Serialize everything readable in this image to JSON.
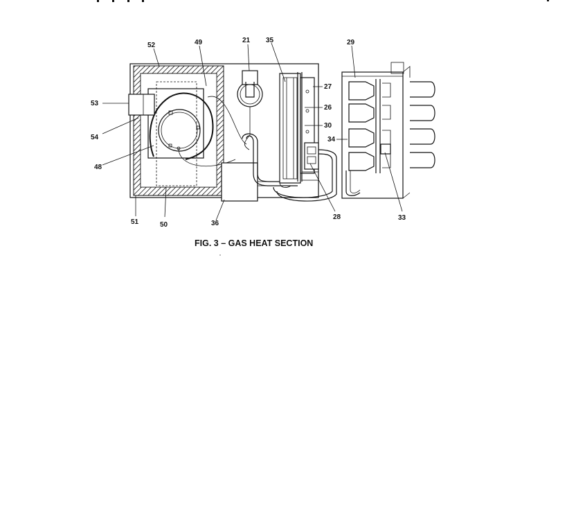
{
  "figure": {
    "caption": "FIG. 3 – GAS HEAT SECTION",
    "callouts": {
      "c52": "52",
      "c49": "49",
      "c21": "21",
      "c35": "35",
      "c29": "29",
      "c27": "27",
      "c26": "26",
      "c30": "30",
      "c34": "34",
      "c53": "53",
      "c54": "54",
      "c48": "48",
      "c51": "51",
      "c50": "50",
      "c36": "36",
      "c28": "28",
      "c33": "33"
    }
  }
}
